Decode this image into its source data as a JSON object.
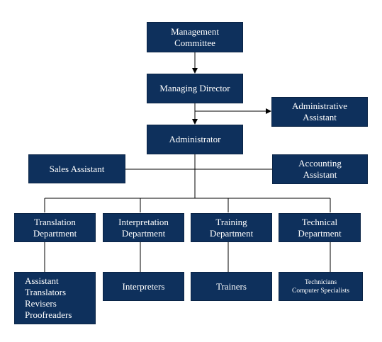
{
  "org_chart": {
    "management_committee": "Management\nCommittee",
    "managing_director": "Managing Director",
    "administrative_assistant": "Administrative\nAssistant",
    "administrator": "Administrator",
    "sales_assistant": "Sales Assistant",
    "accounting_assistant": "Accounting\nAssistant",
    "departments": {
      "translation": "Translation\nDepartment",
      "interpretation": "Interpretation\nDepartment",
      "training": "Training\nDepartment",
      "technical": "Technical\nDepartment"
    },
    "staff": {
      "translation": "Assistant\nTranslators\nRevisers\nProofreaders",
      "interpretation": "Interpreters",
      "training": "Trainers",
      "technical": "Technicians\nComputer Specialists"
    }
  },
  "colors": {
    "box_fill": "#0e305c",
    "box_text": "#ffffff",
    "connector": "#000000"
  }
}
